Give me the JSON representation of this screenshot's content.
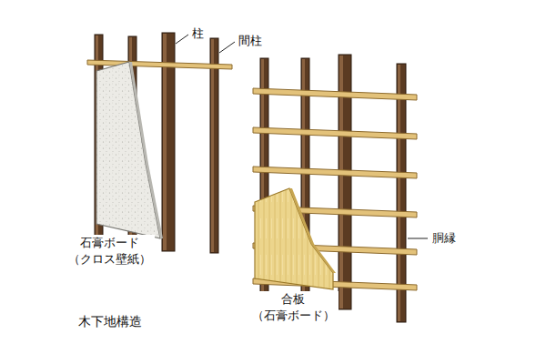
{
  "diagram": {
    "caption": "木下地構造",
    "labels": [
      "柱",
      "間柱",
      "石膏ボード （クロス壁紙）",
      "胴縁",
      "合板 （石膏ボード）"
    ]
  }
}
